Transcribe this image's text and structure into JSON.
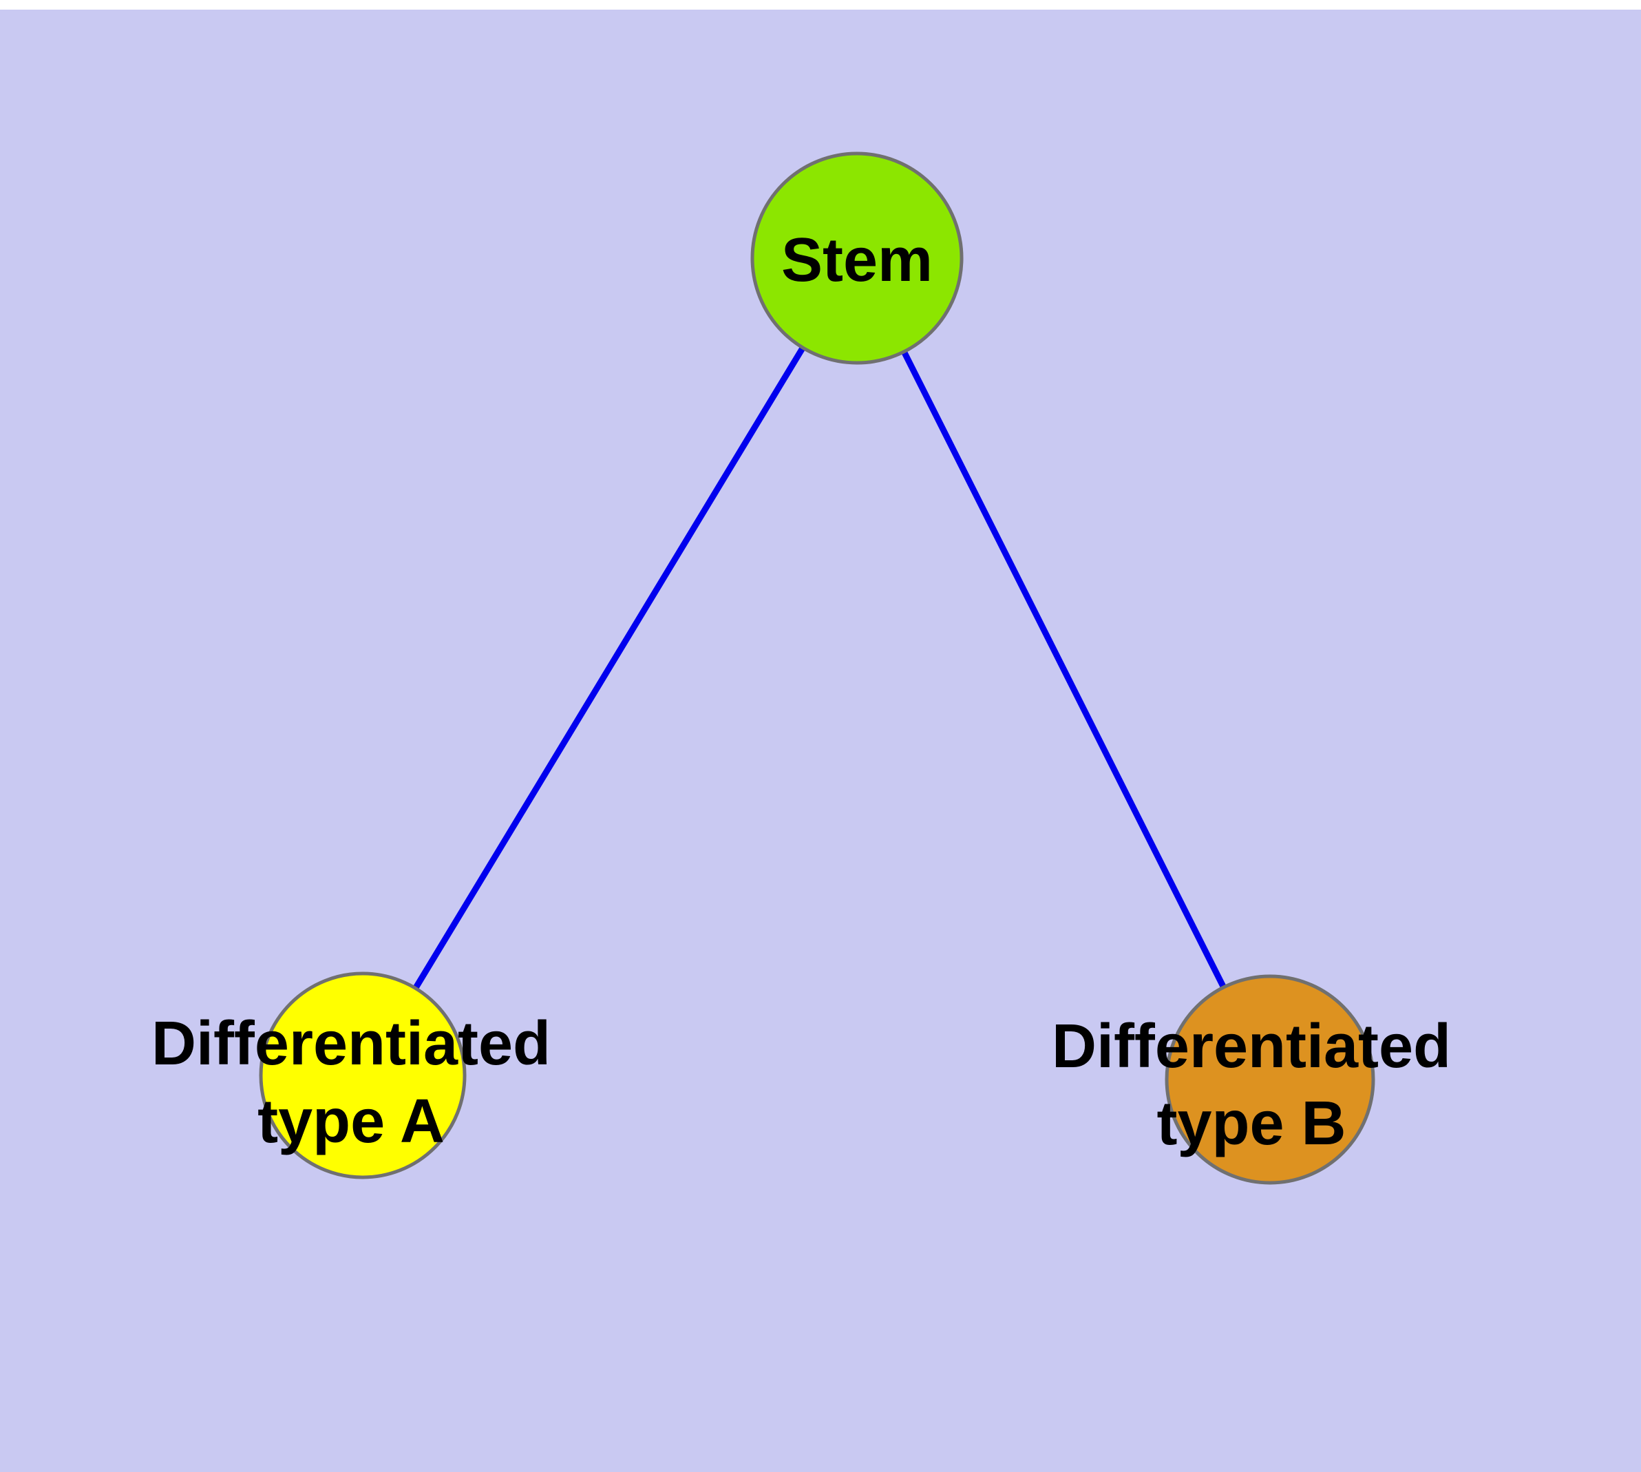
{
  "diagram": {
    "background_color": "#c9c9f2",
    "edge_color": "#0000ee",
    "node_stroke_color": "#707070",
    "nodes": {
      "stem": {
        "label": "Stem",
        "color": "#8ce600"
      },
      "type_a": {
        "label_line1": "Differentiated",
        "label_line2": "type A",
        "color": "#ffff00"
      },
      "type_b": {
        "label_line1": "Differentiated",
        "label_line2": "type B",
        "color": "#dd9220"
      }
    },
    "edges": [
      {
        "from": "Stem",
        "to": "Differentiated type A"
      },
      {
        "from": "Stem",
        "to": "Differentiated type B"
      }
    ]
  }
}
